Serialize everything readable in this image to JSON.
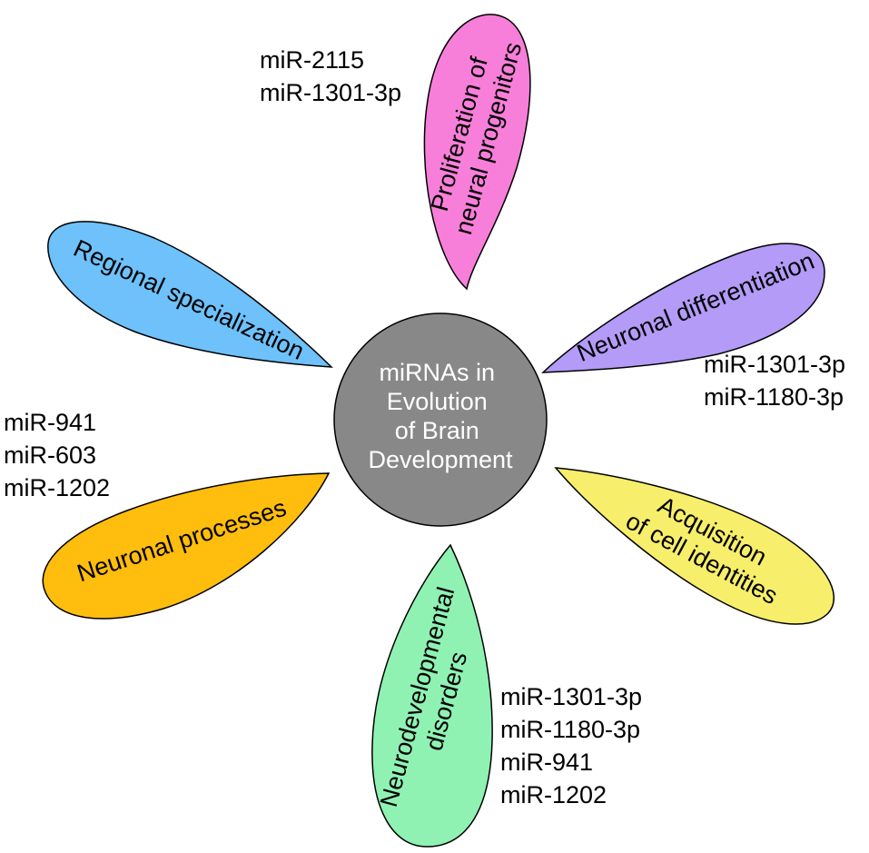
{
  "center": {
    "lines": [
      "miRNAs in",
      "Evolution",
      "of Brain",
      "Development"
    ],
    "color": "#888888"
  },
  "petals": {
    "proliferation": {
      "lines": [
        "Proliferation of",
        "neural progenitors"
      ],
      "color": "#F77FD9",
      "mirnas": [
        "miR-2115",
        "miR-1301-3p"
      ]
    },
    "differentiation": {
      "lines": [
        "Neuronal differentiation"
      ],
      "color": "#B39BF7",
      "mirnas": [
        "miR-1301-3p",
        "miR-1180-3p"
      ]
    },
    "acquisition": {
      "lines": [
        "Acquisition",
        "of cell identities"
      ],
      "color": "#F7EE6B",
      "mirnas": []
    },
    "neurodevelopmental": {
      "lines": [
        "Neurodevelopmental",
        "disorders"
      ],
      "color": "#8FF2B3",
      "mirnas": [
        "miR-1301-3p",
        "miR-1180-3p",
        "miR-941",
        "miR-1202"
      ]
    },
    "processes": {
      "lines": [
        "Neuronal processes"
      ],
      "color": "#FFBD0D",
      "mirnas": [
        "miR-941",
        "miR-603",
        "miR-1202"
      ]
    },
    "regional": {
      "lines": [
        "Regional specialization"
      ],
      "color": "#6EC1FA",
      "mirnas": []
    }
  }
}
